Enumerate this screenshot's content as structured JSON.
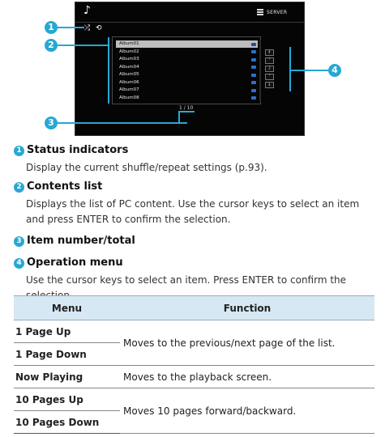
{
  "screen": {
    "server_label": "SERVER",
    "list_items": [
      "Album01",
      "Album02",
      "Album03",
      "Album04",
      "Album05",
      "Album06",
      "Album07",
      "Album08"
    ],
    "selected_index": 0,
    "counter": "1 / 10",
    "operation_menu_icons": [
      "page-up-icon",
      "up-icon",
      "now-playing-icon",
      "down-icon",
      "page-down-icon"
    ]
  },
  "callouts": [
    "1",
    "2",
    "3",
    "4"
  ],
  "sections": [
    {
      "num": "1",
      "title": "Status indicators",
      "body": "Display the current shuffle/repeat settings (p.93)."
    },
    {
      "num": "2",
      "title": "Contents list",
      "body": "Displays the list of PC content. Use the cursor keys to select an item and press ENTER to confirm the selection."
    },
    {
      "num": "3",
      "title": "Item number/total",
      "body": ""
    },
    {
      "num": "4",
      "title": "Operation menu",
      "body": "Use the cursor keys to select an item. Press ENTER to confirm the selection."
    }
  ],
  "table": {
    "headers": [
      "Menu",
      "Function"
    ],
    "rows": [
      {
        "menu": "1 Page Up",
        "function": "Moves to the previous/next page of the list."
      },
      {
        "menu": "1 Page Down",
        "function": ""
      },
      {
        "menu": "Now Playing",
        "function": "Moves to the playback screen."
      },
      {
        "menu": "10 Pages Up",
        "function": "Moves 10 pages forward/backward."
      },
      {
        "menu": "10 Pages Down",
        "function": ""
      }
    ]
  },
  "colors": {
    "accent": "#26a8d3",
    "header_bg": "#d6e8f3",
    "screen_bg": "#050505",
    "folder": "#2d6fd1"
  }
}
